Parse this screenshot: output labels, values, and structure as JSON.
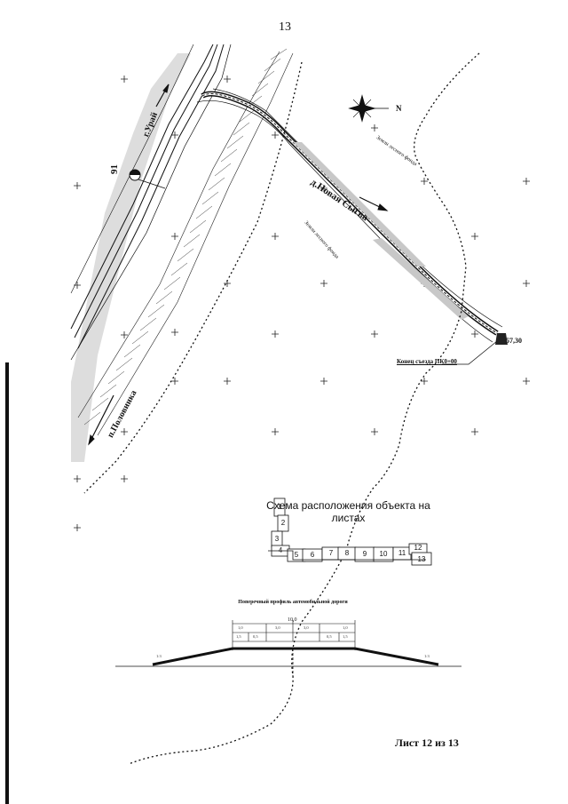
{
  "page_number": "13",
  "map": {
    "labels": {
      "village_novaya_sygva": "д.Новая Сыгва",
      "town_urai": "г.Урай",
      "village_polovinka": "п.Половинка",
      "point_number": "91",
      "elevation": "57,30",
      "end_of_exit": "Конец съезда ПК0+00",
      "forest_zone_1": "Земли лесного фонда",
      "forest_zone_2": "Земли лесного фонда",
      "north": "N"
    }
  },
  "schema": {
    "title": "Схема расположения объекта на листах",
    "cells": [
      "1",
      "2",
      "3",
      "4",
      "5",
      "6",
      "7",
      "8",
      "9",
      "10",
      "11",
      "12",
      "13"
    ]
  },
  "profile": {
    "title": "Поперечный профиль автомобильной дороги",
    "total_width": "10,0",
    "dims_row1": [
      "1,0",
      "3,0",
      "3,0",
      "1,0"
    ],
    "dims_row2": [
      "1,5",
      "0,5",
      "0,5",
      "1,5"
    ],
    "slope_left": "1:3",
    "slope_right": "1:3"
  },
  "sheet_label": "Лист 12 из 13"
}
